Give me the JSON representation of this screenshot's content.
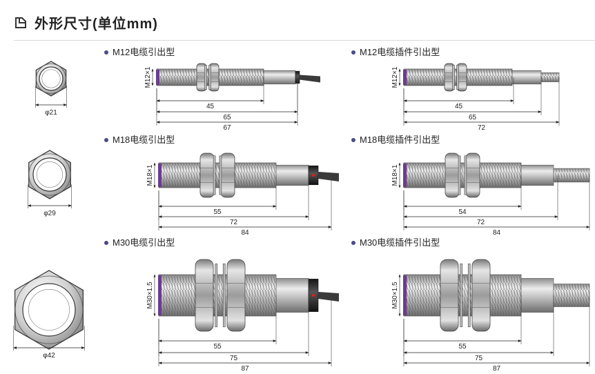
{
  "title": "外形尺寸(单位mm)",
  "colors": {
    "accent": "#6a3d8f",
    "metal": "#b8b8b8",
    "cable": "#3a3a3a",
    "led": "#e0201c"
  },
  "front_views": [
    {
      "dia": "φ21"
    },
    {
      "dia": "φ29"
    },
    {
      "dia": "φ42"
    }
  ],
  "sensors": [
    {
      "caption": "M12电缆引出型",
      "thread": "M12×1",
      "dims": [
        "45",
        "65",
        "67"
      ]
    },
    {
      "caption": "M12电缆插件引出型",
      "thread": "M12×1",
      "dims": [
        "45",
        "65",
        "72"
      ]
    },
    {
      "caption": "M18电缆引出型",
      "thread": "M18×1",
      "dims": [
        "55",
        "72",
        "84"
      ]
    },
    {
      "caption": "M18电缆插件引出型",
      "thread": "M18×1",
      "dims": [
        "54",
        "72",
        "84"
      ]
    },
    {
      "caption": "M30电缆引出型",
      "thread": "M30×1.5",
      "dims": [
        "55",
        "75",
        "87"
      ]
    },
    {
      "caption": "M30电缆插件引出型",
      "thread": "M30×1.5",
      "dims": [
        "55",
        "75",
        "87"
      ]
    }
  ]
}
